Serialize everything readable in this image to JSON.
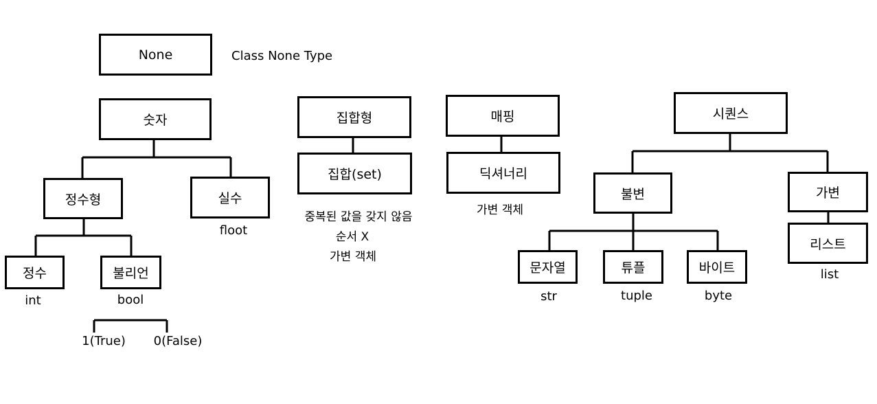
{
  "nodes": {
    "none": "None",
    "number": "숫자",
    "integer_type": "정수형",
    "real": "실수",
    "integer": "정수",
    "boolean": "불리언",
    "set_type": "집합형",
    "set": "집합(set)",
    "mapping": "매핑",
    "dictionary": "딕셔너리",
    "sequence": "시퀀스",
    "immutable": "불변",
    "mutable": "가변",
    "string": "문자열",
    "tuple": "튜플",
    "bytes": "바이트",
    "list": "리스트"
  },
  "labels": {
    "none_class": "Class None Type",
    "real": "floot",
    "integer": "int",
    "boolean": "bool",
    "true": "1(True)",
    "false": "0(False)",
    "set_note_1": "중복된 값을 갖지 않음",
    "set_note_2": "순서 X",
    "set_note_3": "가변 객체",
    "dict_note": "가변 객체",
    "string": "str",
    "tuple": "tuple",
    "bytes": "byte",
    "list": "list"
  }
}
